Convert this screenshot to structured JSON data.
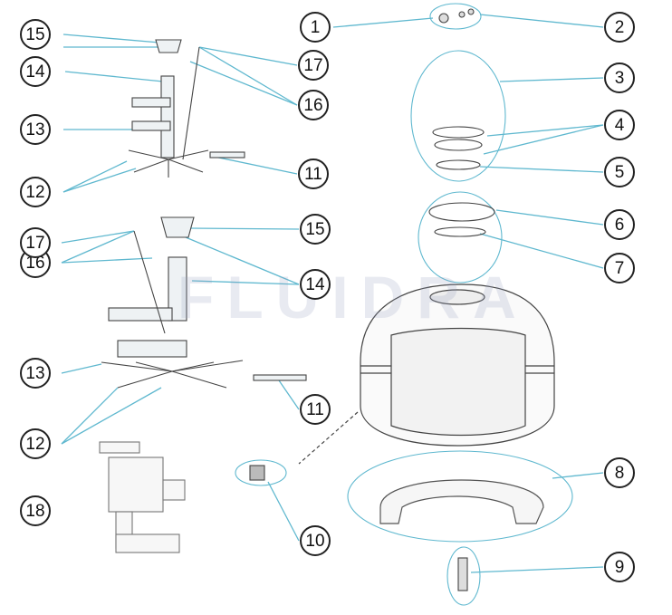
{
  "watermark": "FLUIDRA",
  "accent_line_color": "#5fb8cf",
  "part_callouts": [
    {
      "id": "c1",
      "label": "1"
    },
    {
      "id": "c2",
      "label": "2"
    },
    {
      "id": "c3",
      "label": "3"
    },
    {
      "id": "c4",
      "label": "4"
    },
    {
      "id": "c5",
      "label": "5"
    },
    {
      "id": "c6",
      "label": "6"
    },
    {
      "id": "c7",
      "label": "7"
    },
    {
      "id": "c8",
      "label": "8"
    },
    {
      "id": "c9",
      "label": "9"
    },
    {
      "id": "c10",
      "label": "10"
    },
    {
      "id": "c11a",
      "label": "11"
    },
    {
      "id": "c11b",
      "label": "11"
    },
    {
      "id": "c12a",
      "label": "12"
    },
    {
      "id": "c12b",
      "label": "12"
    },
    {
      "id": "c13a",
      "label": "13"
    },
    {
      "id": "c13b",
      "label": "13"
    },
    {
      "id": "c14a",
      "label": "14"
    },
    {
      "id": "c14b",
      "label": "14"
    },
    {
      "id": "c15a",
      "label": "15"
    },
    {
      "id": "c15b",
      "label": "15"
    },
    {
      "id": "c16a",
      "label": "16"
    },
    {
      "id": "c16b",
      "label": "16"
    },
    {
      "id": "c17a",
      "label": "17"
    },
    {
      "id": "c17b",
      "label": "17"
    },
    {
      "id": "c18",
      "label": "18"
    }
  ]
}
